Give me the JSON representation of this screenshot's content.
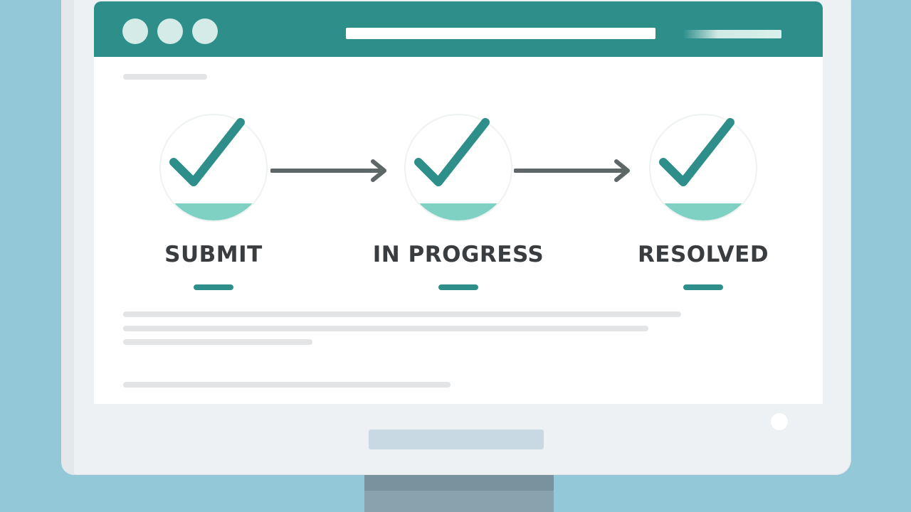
{
  "colors": {
    "accent": "#2e8f8a",
    "fill": "#7fd1c3",
    "background": "#93c8d8",
    "text": "#3a3d40",
    "arrow": "#5e6668"
  },
  "steps": [
    {
      "label": "SUBMIT",
      "icon": "checkmark-icon",
      "status": "complete"
    },
    {
      "label": "IN PROGRESS",
      "icon": "checkmark-icon",
      "status": "complete"
    },
    {
      "label": "RESOLVED",
      "icon": "checkmark-icon",
      "status": "complete"
    }
  ],
  "icons": {
    "arrow": "arrow-right-icon",
    "window_controls": [
      "window-dot-icon",
      "window-dot-icon",
      "window-dot-icon"
    ]
  }
}
